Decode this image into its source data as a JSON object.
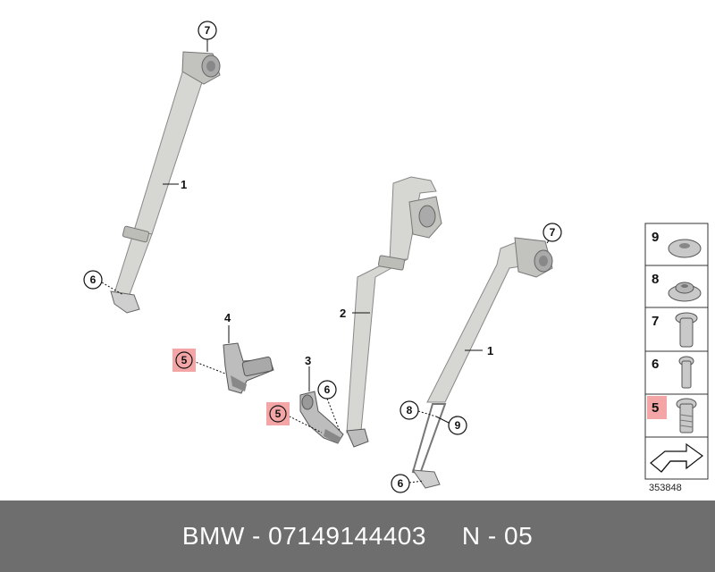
{
  "callouts": {
    "c7a": "7",
    "c1a": "1",
    "c6a": "6",
    "c4": "4",
    "c5a": "5",
    "c3": "3",
    "c6b": "6",
    "c5b": "5",
    "c2": "2",
    "c7b": "7",
    "c1b": "1",
    "c8": "8",
    "c9": "9",
    "c6c": "6"
  },
  "legend": [
    "9",
    "8",
    "7",
    "6",
    "5"
  ],
  "diagram_id": "353848",
  "footer": {
    "part": "BMW - 07149144403",
    "code": "N - 05"
  },
  "colors": {
    "belt": "#d6d6d2",
    "metal": "#c9c9c9",
    "highlight": "#f4a6a6",
    "footer_bg": "#6e6e6e"
  }
}
